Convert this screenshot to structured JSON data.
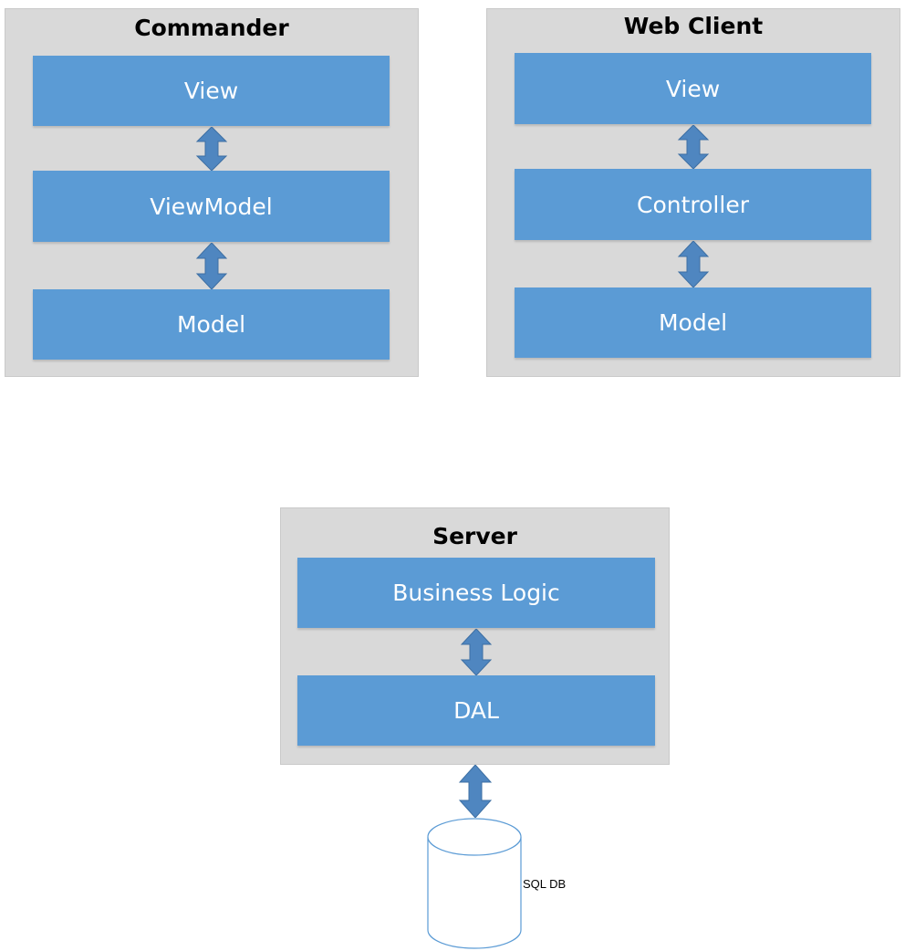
{
  "commander": {
    "title": "Commander",
    "layers": [
      "View",
      "ViewModel",
      "Model"
    ]
  },
  "web_client": {
    "title": "Web Client",
    "layers": [
      "View",
      "Controller",
      "Model"
    ]
  },
  "server": {
    "title": "Server",
    "layers": [
      "Business Logic",
      "DAL"
    ]
  },
  "database": {
    "label": "SQL DB"
  },
  "colors": {
    "group_bg": "#d9d9d9",
    "layer_bg": "#5b9bd5",
    "arrow": "#4f86c0"
  }
}
